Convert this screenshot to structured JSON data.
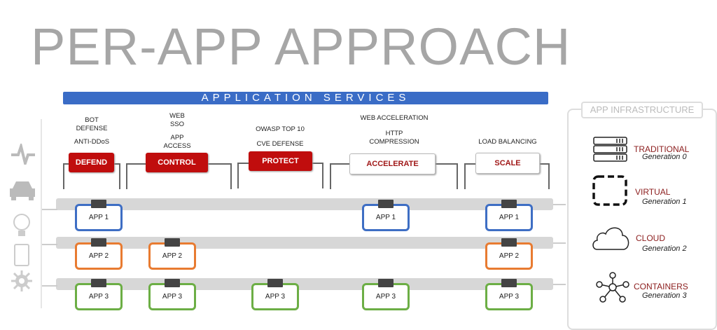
{
  "title": "PER-APP APPROACH",
  "banner": "APPLICATION SERVICES",
  "services": [
    {
      "label": "DEFEND",
      "notes": [
        "BOT",
        "DEFENSE",
        "ANTI-DDoS"
      ]
    },
    {
      "label": "CONTROL",
      "notes": [
        "WEB",
        "SSO",
        "APP",
        "ACCESS"
      ]
    },
    {
      "label": "PROTECT",
      "notes": [
        "OWASP TOP 10",
        "CVE DEFENSE"
      ]
    },
    {
      "label": "ACCELERATE",
      "notes": [
        "WEB ACCELERATION",
        "HTTP",
        "COMPRESSION"
      ]
    },
    {
      "label": "SCALE",
      "notes": [
        "LOAD BALANCING"
      ]
    }
  ],
  "apps": {
    "app1": "APP 1",
    "app2": "APP 2",
    "app3": "APP 3"
  },
  "infrastructure": {
    "label": "APP INFRASTRUCTURE",
    "items": [
      {
        "name": "TRADITIONAL",
        "gen": "Generation 0"
      },
      {
        "name": "VIRTUAL",
        "gen": "Generation 1"
      },
      {
        "name": "CLOUD",
        "gen": "Generation 2"
      },
      {
        "name": "CONTAINERS",
        "gen": "Generation 3"
      }
    ]
  },
  "colors": {
    "red": "#c00d0d",
    "blue": "#3a6cc6",
    "orange": "#e87b31",
    "green": "#6cae45"
  }
}
